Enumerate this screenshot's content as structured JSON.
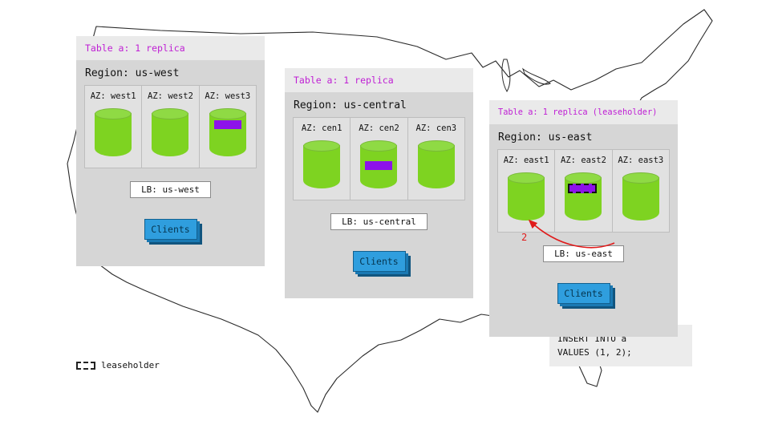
{
  "legend": {
    "label": "leaseholder"
  },
  "sql_note": {
    "line1": "INSERT INTO a",
    "line2": "VALUES (1, 2);"
  },
  "arrow": {
    "label": "2"
  },
  "colors": {
    "header_text": "#bf1fd4",
    "replica_purple": "#8d12ea",
    "cylinder_green": "#7ed321",
    "clients_blue": "#2f9ede",
    "arrow_red": "#e01b1b"
  },
  "regions": [
    {
      "table_label": "Table a: 1 replica",
      "region_label": "Region: us-west",
      "azs": [
        {
          "label": "AZ: west1"
        },
        {
          "label": "AZ: west2"
        },
        {
          "label": "AZ: west3",
          "replica": true
        }
      ],
      "lb_label": "LB: us-west",
      "clients_label": "Clients"
    },
    {
      "table_label": "Table a: 1 replica",
      "region_label": "Region: us-central",
      "azs": [
        {
          "label": "AZ: cen1"
        },
        {
          "label": "AZ: cen2",
          "replica": true
        },
        {
          "label": "AZ: cen3"
        }
      ],
      "lb_label": "LB: us-central",
      "clients_label": "Clients"
    },
    {
      "table_label": "Table a: 1 replica (leaseholder)",
      "region_label": "Region: us-east",
      "azs": [
        {
          "label": "AZ: east1"
        },
        {
          "label": "AZ: east2",
          "replica": true,
          "leaseholder": true
        },
        {
          "label": "AZ: east3"
        }
      ],
      "lb_label": "LB: us-east",
      "clients_label": "Clients"
    }
  ]
}
